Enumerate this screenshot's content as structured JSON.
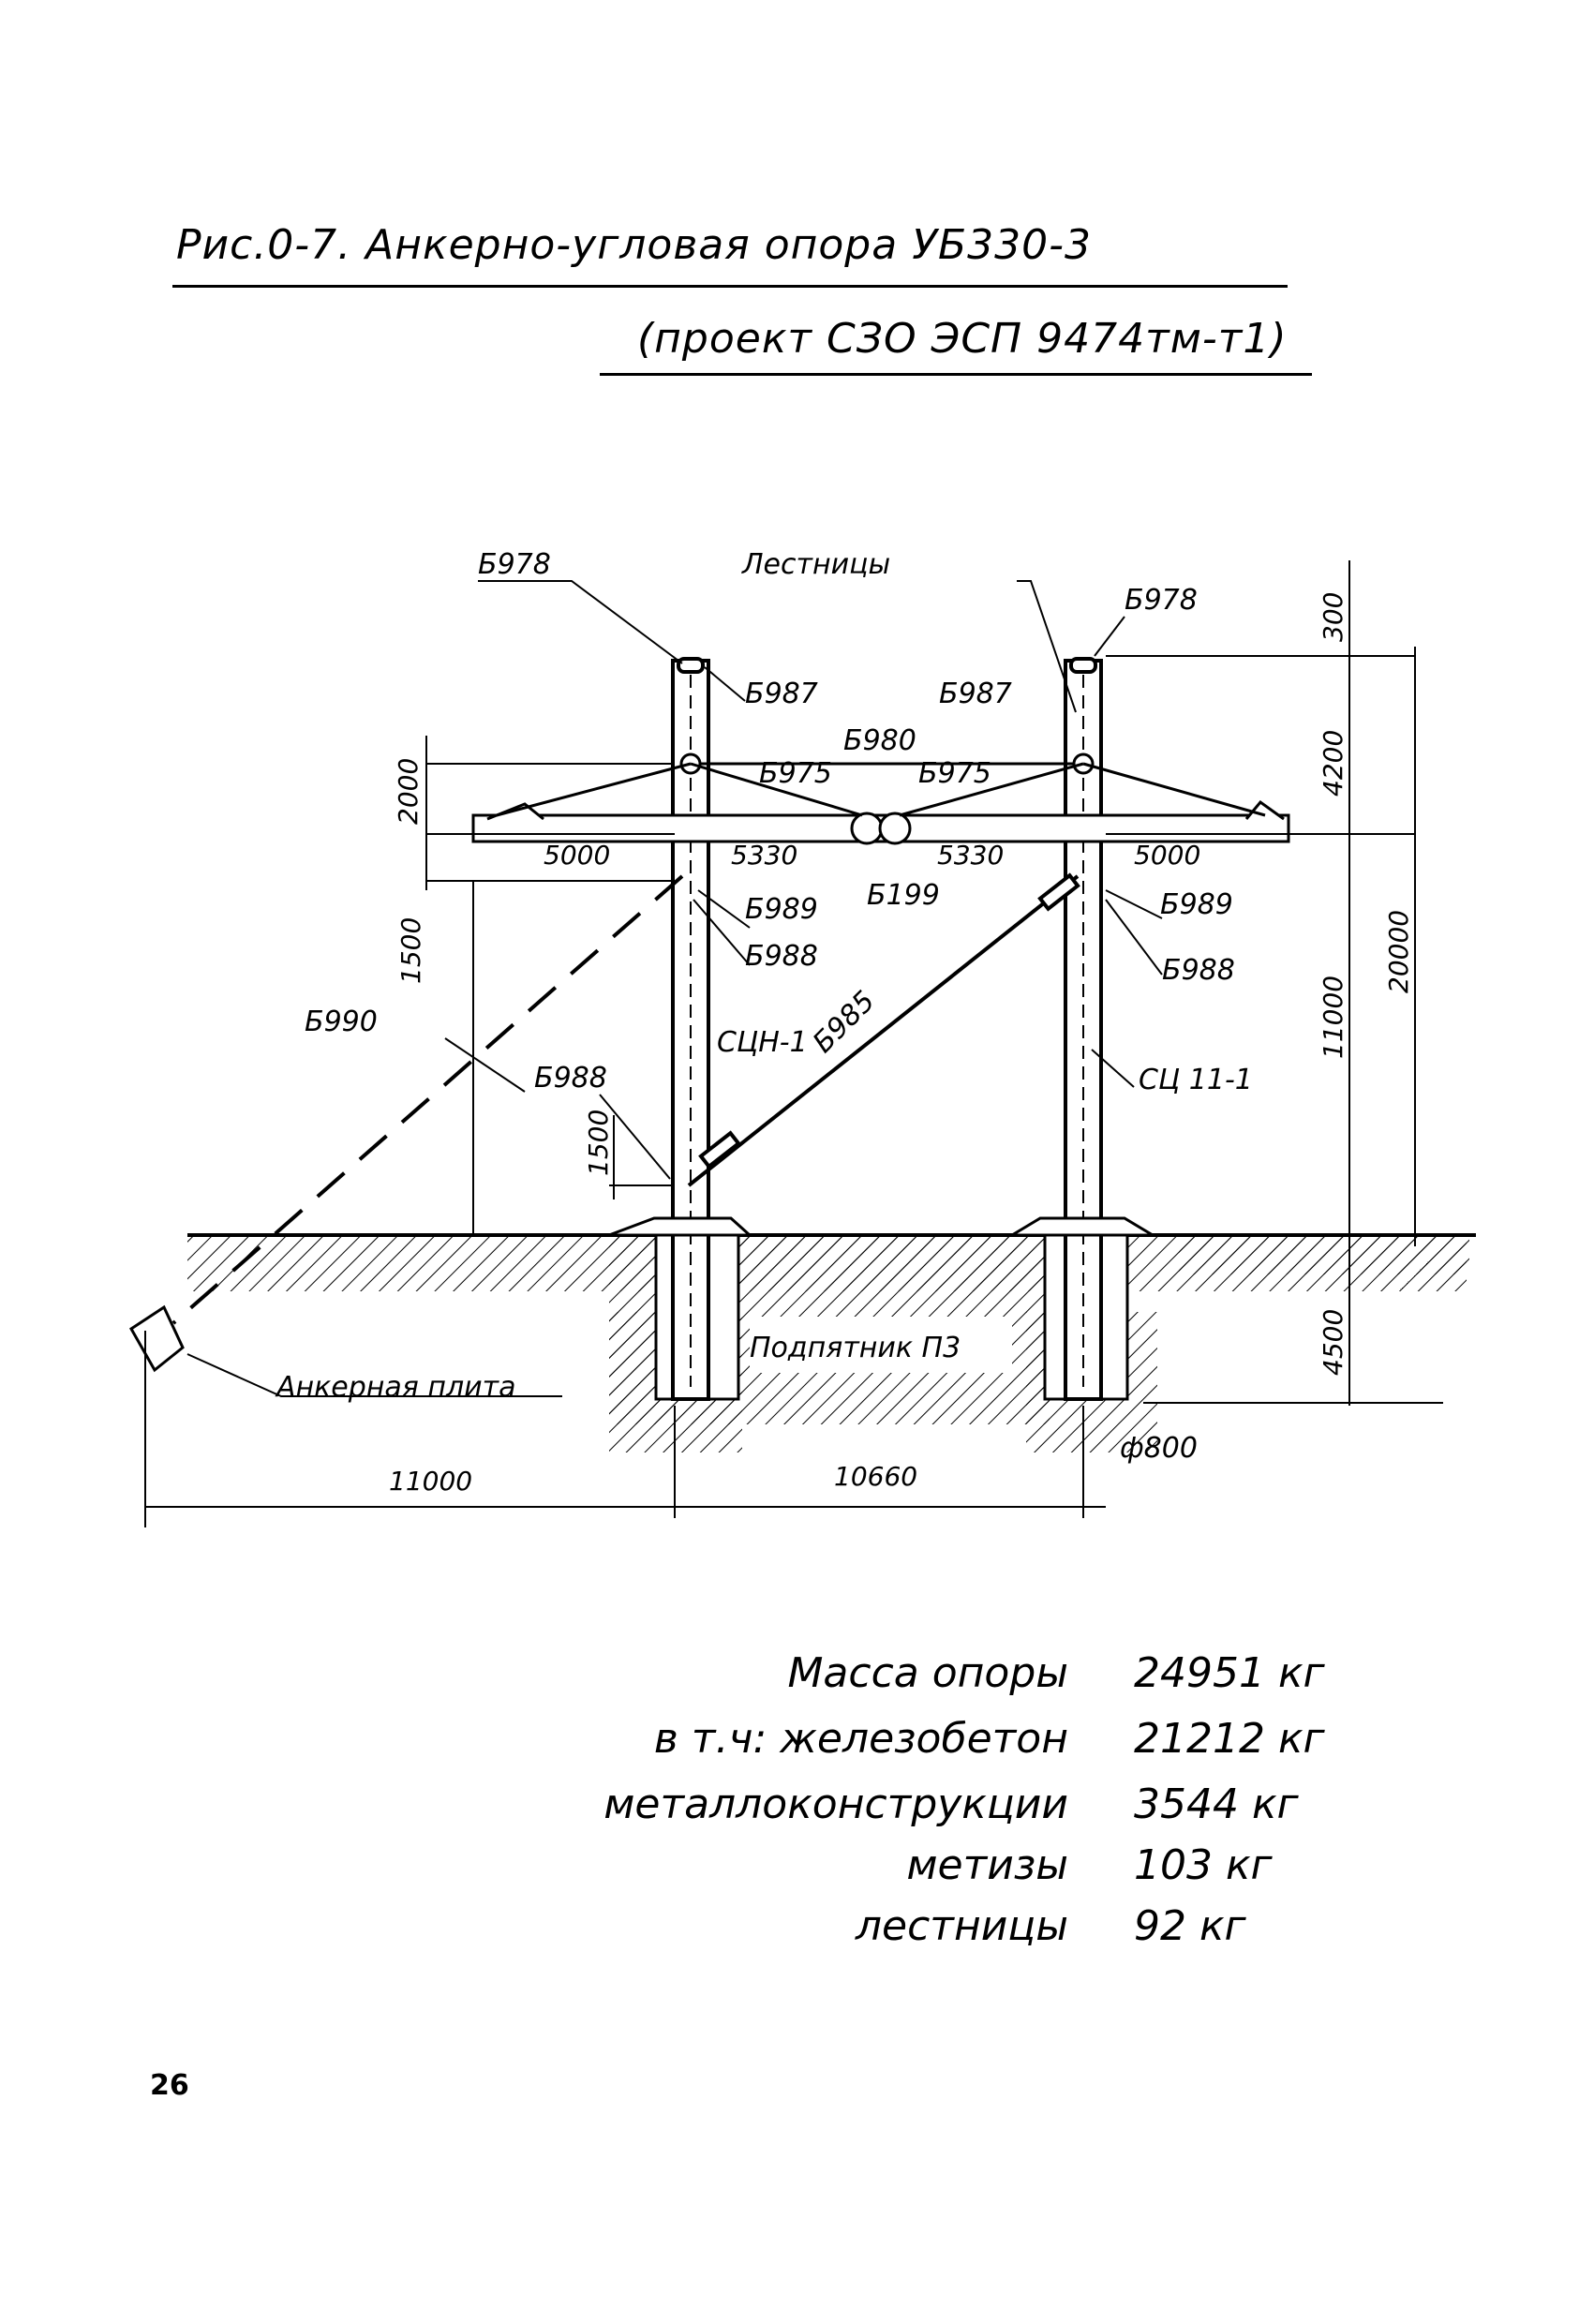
{
  "header": {
    "title_line1": "Рис.0-7. Анкерно-угловая опора УБ330-3",
    "title_line2": "(проект СЗО ЭСП 9474тм-т1)"
  },
  "drawing": {
    "labels": {
      "b978_left": "Б978",
      "b978_right": "Б978",
      "ladders": "Лестницы",
      "b987_left": "Б987",
      "b987_right": "Б987",
      "b980": "Б980",
      "b975_left": "Б975",
      "b975_right": "Б975",
      "b199": "Б199",
      "b989_left": "Б989",
      "b989_right": "Б989",
      "b988_left_top": "Б988",
      "b988_right": "Б988",
      "b988_left_low": "Б988",
      "b990": "Б990",
      "b985": "Б985",
      "sc_left": "СЦН-1",
      "sc_right": "СЦ 11-1",
      "anchor_plate": "Анкерная плита",
      "podpyatnik": "Подпятник П3",
      "diameter": "ф800"
    },
    "dimensions": {
      "d300": "300",
      "d4200": "4200",
      "d20000": "20000",
      "d11000_v": "11000",
      "d4500": "4500",
      "d2000": "2000",
      "d1500_top": "1500",
      "d1500_low": "1500",
      "d5000_left": "5000",
      "d5330_left": "5330",
      "d5330_right": "5330",
      "d5000_right": "5000",
      "d11000_h": "11000",
      "d10660": "10660"
    }
  },
  "mass_table": {
    "rows": [
      {
        "label": "Масса опоры",
        "value": "24951 кг"
      },
      {
        "label": "в т.ч: железобетон",
        "value": "21212 кг"
      },
      {
        "label": "металлоконструкции",
        "value": "3544 кг"
      },
      {
        "label": "метизы",
        "value": "103 кг"
      },
      {
        "label": "лестницы",
        "value": "92 кг"
      }
    ]
  },
  "page_number": "26"
}
